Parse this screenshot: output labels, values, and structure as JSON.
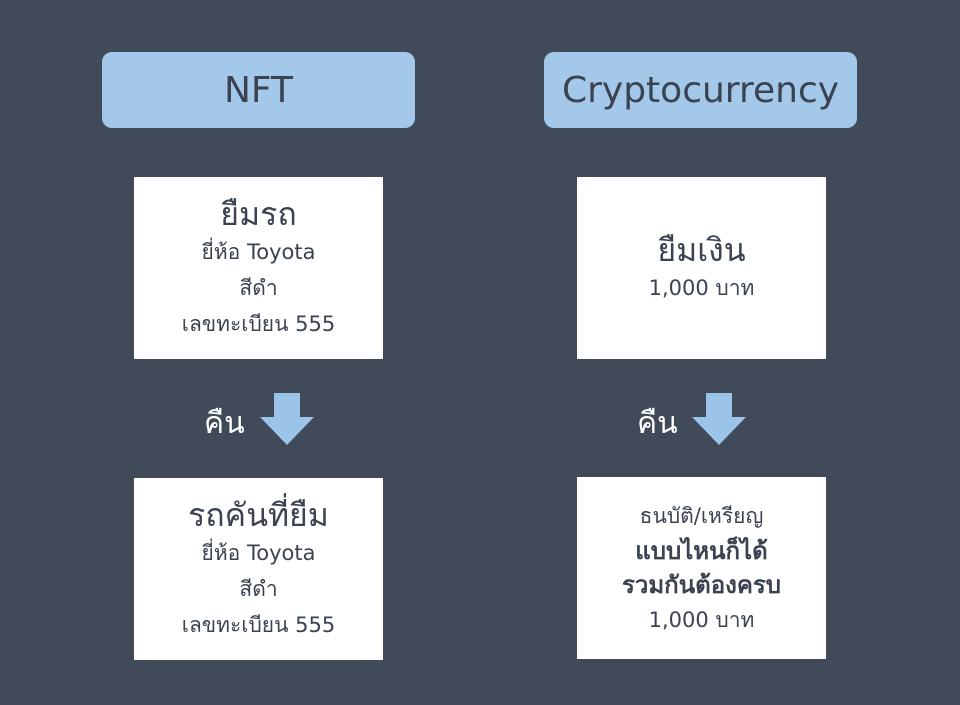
{
  "colors": {
    "background": "#414a58",
    "header": "#a4c8ea",
    "arrow": "#9cc3e8",
    "text": "#3b4350"
  },
  "nft": {
    "title": "NFT",
    "borrow": {
      "heading": "ยืมรถ",
      "lines": [
        "ยี่ห้อ Toyota",
        "สีดำ",
        "เลขทะเบียน 555"
      ]
    },
    "return_label": "คืน",
    "returned": {
      "heading": "รถคันที่ยืม",
      "lines": [
        "ยี่ห้อ Toyota",
        "สีดำ",
        "เลขทะเบียน 555"
      ]
    }
  },
  "crypto": {
    "title": "Cryptocurrency",
    "borrow": {
      "heading": "ยืมเงิน",
      "lines": [
        "1,000 บาท"
      ]
    },
    "return_label": "คืน",
    "returned": {
      "lines": [
        "ธนบัติ/เหรียญ",
        "แบบไหนก็ได้",
        "รวมกันต้องครบ",
        "1,000 บาท"
      ]
    }
  }
}
